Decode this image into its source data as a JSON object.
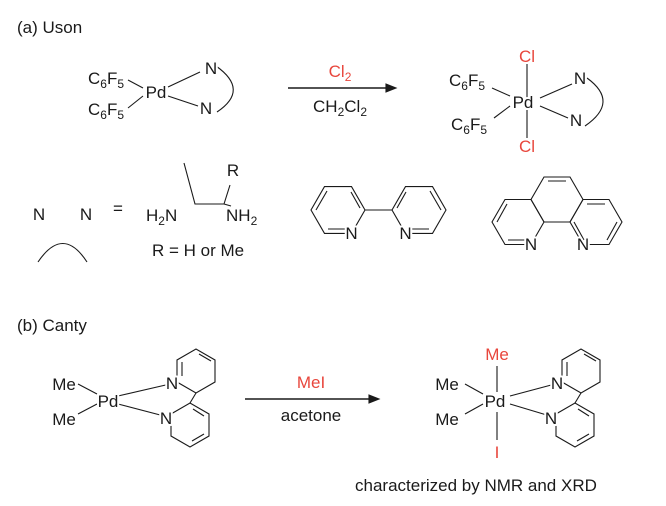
{
  "panel_a": {
    "label": "(a) Uson",
    "c6f5": [
      "C",
      "6",
      "F",
      "5"
    ],
    "pd": "Pd",
    "n": "N",
    "reagent": [
      "Cl",
      "2"
    ],
    "solvent": [
      "CH",
      "2",
      "Cl",
      "2"
    ],
    "cl": "Cl",
    "equals": "=",
    "r": "R",
    "h2n": [
      "H",
      "2",
      "N"
    ],
    "nh2": [
      "NH",
      "2"
    ],
    "r_def": "R = H or Me"
  },
  "panel_b": {
    "label": "(b) Canty",
    "me": "Me",
    "pd": "Pd",
    "n": "N",
    "reagent": "MeI",
    "solvent": "acetone",
    "i": "I",
    "note": "characterized by NMR and XRD"
  },
  "colors": {
    "reagent": "#e8463c",
    "ink": "#1a1a1a"
  }
}
